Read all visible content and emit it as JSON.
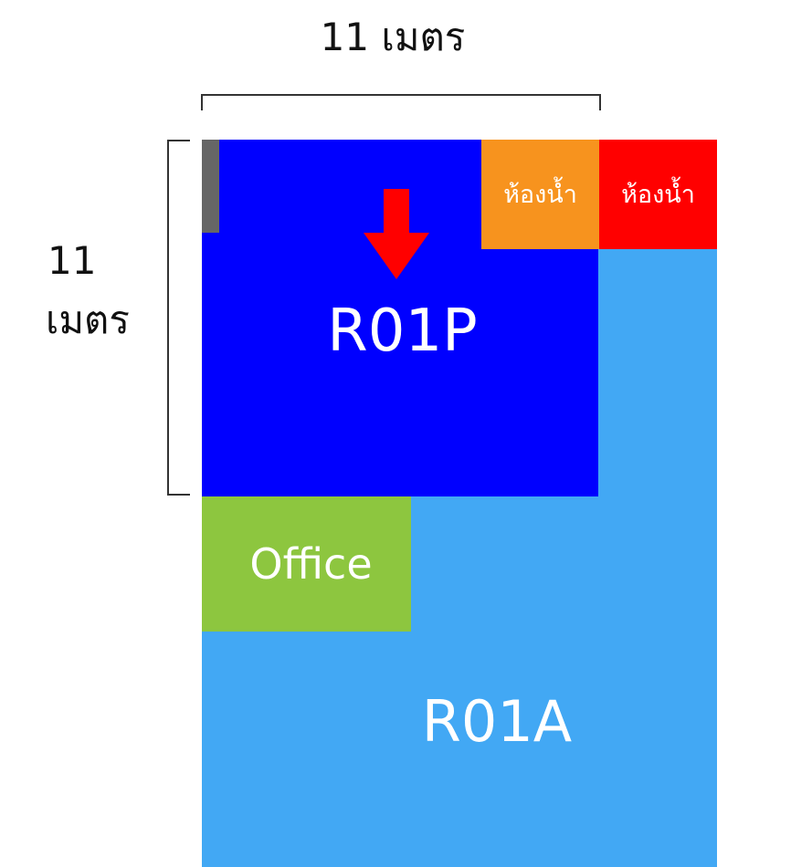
{
  "dimensions": {
    "top": "11 เมตร",
    "left_value": "11",
    "left_unit": "เมตร"
  },
  "zones": {
    "r01p": "R01P",
    "r01a": "R01A",
    "office": "Office",
    "restroom_orange": "ห้องน้ำ",
    "restroom_red": "ห้องน้ำ"
  },
  "colors": {
    "r01p": "#0000ff",
    "r01a": "#42a8f4",
    "office": "#8dc63f",
    "restroom_orange": "#f7931e",
    "restroom_red": "#ff0000",
    "arrow": "#ff0000",
    "door_strip": "#666666"
  },
  "icons": {
    "entrance": "down-arrow-icon"
  }
}
